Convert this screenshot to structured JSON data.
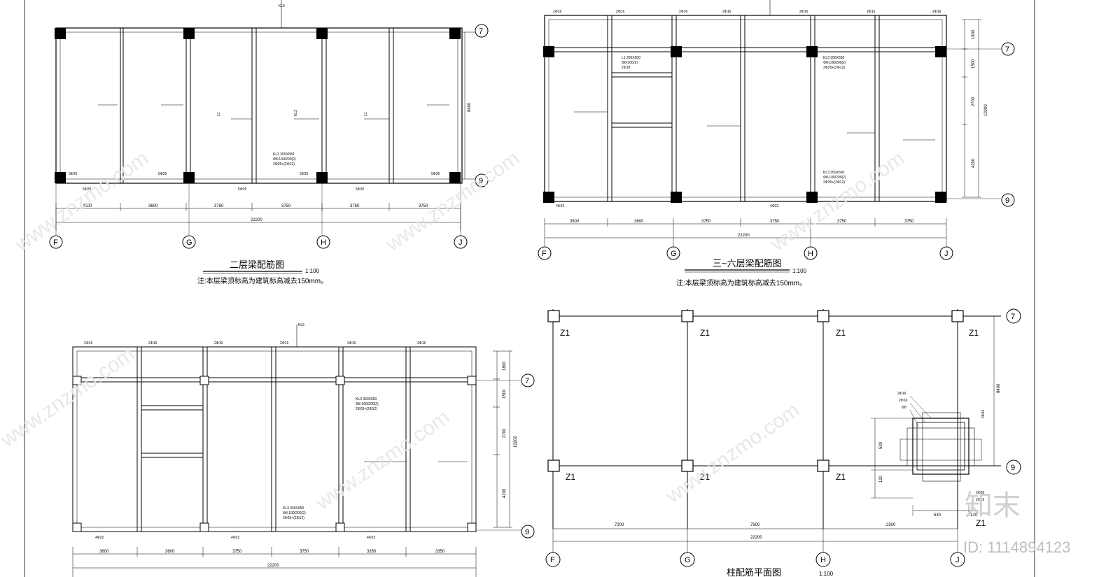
{
  "drawings": {
    "plan_a": {
      "title": "二层梁配筋图",
      "scale": "1:100",
      "note": "注:本层梁顶标高为建筑标高减去150mm。"
    },
    "plan_b": {
      "title": "三~六层梁配筋图",
      "scale": "1:100",
      "note": "注:本层梁顶标高为建筑标高减去150mm。"
    },
    "plan_c": {
      "title": "",
      "scale": "",
      "note": ""
    },
    "plan_d": {
      "title": "柱配筋平面图",
      "scale": "1:100",
      "column_label": "Z1",
      "detail_dims": [
        "530",
        "120"
      ],
      "detail_rebar": [
        "2Φ16",
        "2Φ16",
        "Φ8",
        "2Φ20",
        "2Φ16",
        "2Φ16"
      ]
    }
  },
  "axes": {
    "cols": [
      "F",
      "G",
      "H",
      "J"
    ],
    "rows": [
      "7",
      "9"
    ]
  },
  "spans": {
    "six": [
      "3600",
      "3600",
      "3750",
      "3750",
      "3750",
      "3750"
    ],
    "six_b": [
      "3600",
      "3600",
      "3750",
      "3750",
      "3750",
      "3750"
    ],
    "six_c": [
      "3600",
      "3600",
      "3750",
      "3750",
      "3350",
      "3350"
    ],
    "three": [
      "7200",
      "7500",
      "2500"
    ],
    "total": "22200",
    "height_a": "8400",
    "heights_b": [
      "1800",
      "1500",
      "2700",
      "4200"
    ],
    "total_b": "10200",
    "height_d": "8400"
  },
  "labels": {
    "rebar_top": "2Φ16",
    "rebar_bot": "5Φ25",
    "rebar_4": "4Φ22",
    "beam_kl": "KL3",
    "beam_l": "L1",
    "top_tag": "KL5",
    "beam_note": [
      "KL3 350X650",
      "Φ8-100/200(2)",
      "2Φ25+(2Φ12)"
    ],
    "beam_note2": [
      "L1 250X500",
      "Φ8-200(2)",
      "2Φ18"
    ]
  },
  "watermark": {
    "site": "www.znzmo.com",
    "brand": "知末",
    "id": "ID: 1114894123"
  }
}
